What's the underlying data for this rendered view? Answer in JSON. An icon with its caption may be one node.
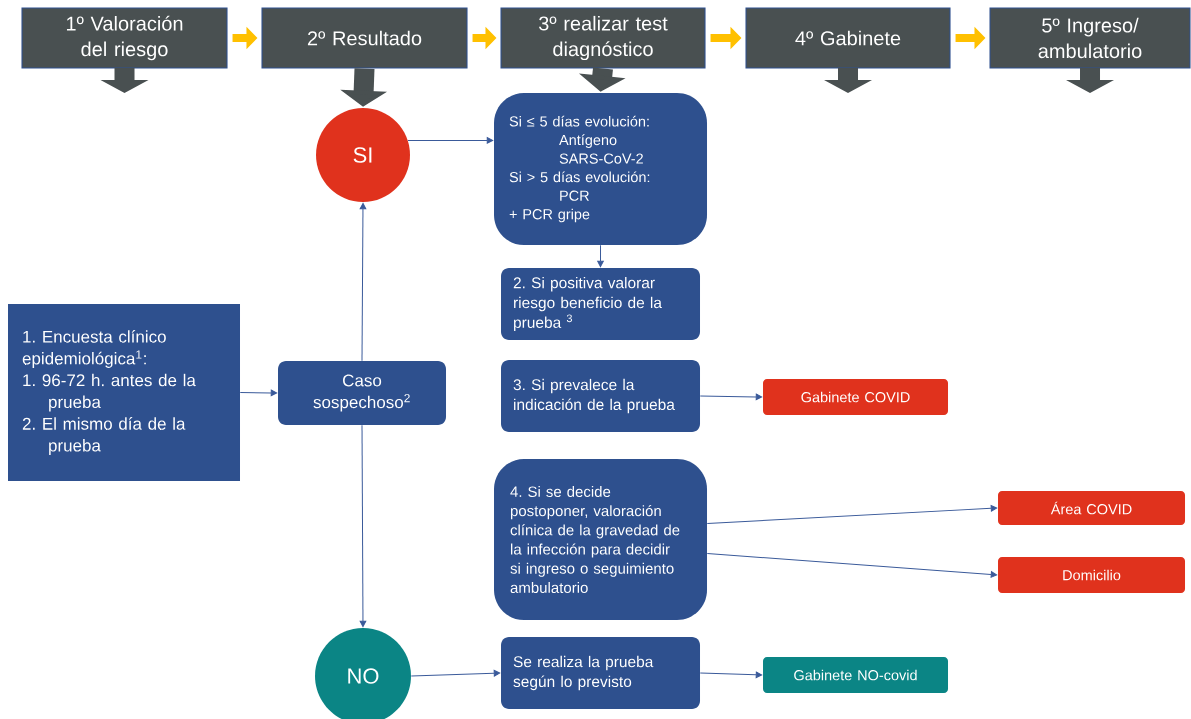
{
  "diagram": {
    "nodes": [
      {
        "text": [
          "1º Valoración del riesgo"
        ]
      },
      {
        "text": [
          "2º Resultado"
        ]
      },
      {
        "text": [
          "3º realizar test diagnóstico"
        ]
      },
      {
        "text": [
          "4º Gabinete"
        ]
      },
      {
        "text": [
          "5º Ingreso/ ambulatorio"
        ]
      },
      {
        "text": [
          "SI"
        ]
      },
      {
        "text": [
          "Si ≤ 5 días evolución:",
          "Antígeno SARS-CoV-2",
          "Si > 5 días evolución:",
          "PCR",
          "+ PCR gripe"
        ]
      },
      {
        "text": [
          "2. Si positiva valorar riesgo beneficio de la prueba $^{3}$"
        ]
      },
      {
        "text": [
          "1. Encuesta clínico epidemiológica$^{1}$:",
          "1. 96-72 h. antes de la prueba",
          "2. El mismo día de la prueba"
        ]
      },
      {
        "text": [
          "Caso sospechoso$^{2}$"
        ]
      },
      {
        "text": [
          "3. Si prevalece la indicación de la prueba"
        ]
      },
      {
        "text": [
          "Gabinete COVID"
        ]
      },
      {
        "text": [
          "4. Si se decide postoponer, valoración clínica de la gravedad de la infección para decidir si ingreso o seguimiento ambulatorio"
        ]
      },
      {
        "text": [
          "Área COVID"
        ]
      },
      {
        "text": [
          "Domicilio"
        ]
      },
      {
        "text": [
          "NO"
        ]
      },
      {
        "text": [
          "Se realiza la prueba según lo previsto"
        ]
      },
      {
        "text": [
          "Gabinete NO-covid"
        ]
      }
    ],
    "edges": [
      {
        "from": 0,
        "to": 1,
        "arrow": "to",
        "style": "thick",
        "color": "#ffc000"
      },
      {
        "from": 1,
        "to": 2,
        "arrow": "to",
        "style": "thick",
        "color": "#ffc000"
      },
      {
        "from": 2,
        "to": 3,
        "arrow": "to",
        "style": "thick",
        "color": "#ffc000"
      },
      {
        "from": 3,
        "to": 4,
        "arrow": "to",
        "style": "thick",
        "color": "#ffc000"
      },
      {
        "from": 1,
        "to": 5,
        "arrow": "to",
        "style": "thick",
        "color": "#495051"
      },
      {
        "from": 2,
        "to": 6,
        "arrow": "to",
        "style": "thick",
        "color": "#495051"
      },
      {
        "from": 5,
        "to": 6,
        "arrow": "to"
      },
      {
        "from": 6,
        "to": 7,
        "arrow": "to"
      },
      {
        "from": 8,
        "to": 9,
        "arrow": "to"
      },
      {
        "from": 9,
        "to": 5,
        "arrow": "to"
      },
      {
        "from": 9,
        "to": 15,
        "arrow": "to"
      },
      {
        "from": 10,
        "to": 11,
        "arrow": "to"
      },
      {
        "from": 12,
        "to": 13,
        "arrow": "to"
      },
      {
        "from": 12,
        "to": 14,
        "arrow": "to"
      },
      {
        "from": 15,
        "to": 16,
        "arrow": "to"
      },
      {
        "from": 16,
        "to": 17,
        "arrow": "to"
      }
    ]
  }
}
